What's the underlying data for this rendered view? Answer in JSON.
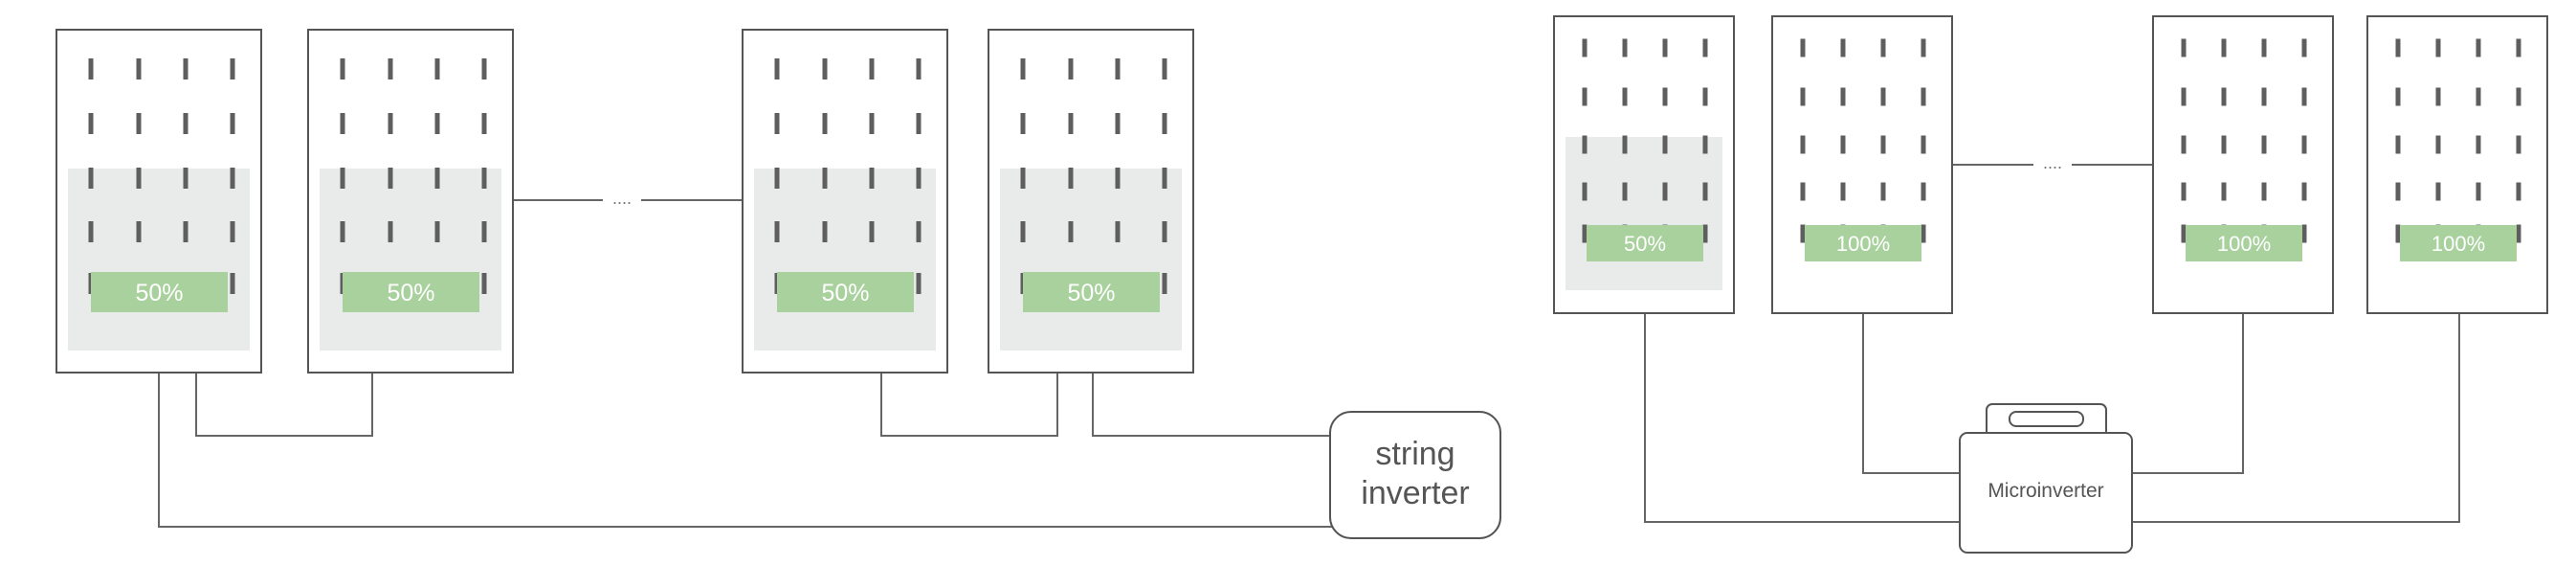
{
  "colors": {
    "background": "#ffffff",
    "outline": "#555555",
    "wire": "#666666",
    "shade": "#e9ebea",
    "cell_mark": "#5e5e5e",
    "label_fill": "#a9d19e",
    "label_text": "#ffffff",
    "device_text": "#555555"
  },
  "string_side": {
    "panels": [
      {
        "output": "50%"
      },
      {
        "output": "50%"
      },
      {
        "output": "50%"
      },
      {
        "output": "50%"
      }
    ],
    "gap_dots": "....",
    "inverter": {
      "line1": "string",
      "line2": "inverter"
    }
  },
  "micro_side": {
    "panels": [
      {
        "output": "50%",
        "shaded": true
      },
      {
        "output": "100%",
        "shaded": false
      },
      {
        "output": "100%",
        "shaded": false
      },
      {
        "output": "100%",
        "shaded": false
      }
    ],
    "gap_dots": "....",
    "inverter": {
      "label": "Microinverter"
    }
  }
}
